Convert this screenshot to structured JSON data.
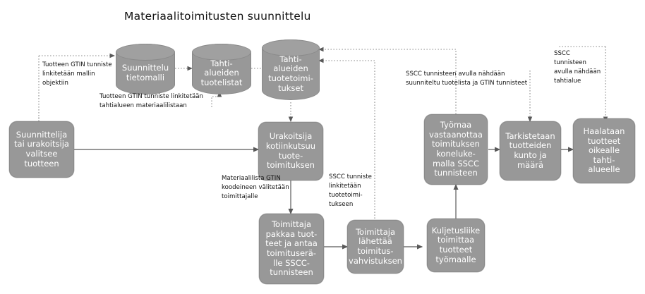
{
  "diagram": {
    "title": "Materiaalitoimitusten suunnittelu",
    "palette": {
      "node_fill": "#989898",
      "node_stroke": "#8a8a8a",
      "node_text": "#ffffff",
      "line": "#595959",
      "dotted_line": "#8c8c8c",
      "background": "#ffffff",
      "annotation_text": "#111111"
    },
    "nodes": [
      {
        "id": "suunnittelu-tietomalli",
        "shape": "cylinder",
        "label": "Suunnittelu\ntietomalli"
      },
      {
        "id": "tahtialueiden-tuotelistat",
        "shape": "cylinder",
        "label": "Tahti-\nalueiden\ntuotelistat"
      },
      {
        "id": "tahtialueiden-tuotetoimitukset",
        "shape": "cylinder",
        "label": "Tahti-\nalueiden\ntuotetoimi-\ntukset"
      },
      {
        "id": "suunnittelija-valitsee-tuotteen",
        "shape": "process",
        "label": "Suunnittelija\ntai urakoitsija\nvalitsee\ntuotteen"
      },
      {
        "id": "urakoitsija-kotiinkutsuu",
        "shape": "process",
        "label": "Urakoitsija\nkotiinkutsuu\ntuote-\ntoimituksen"
      },
      {
        "id": "toimittaja-pakkaa",
        "shape": "process",
        "label": "Toimittaja\npakkaa tuot-\nteet ja antaa\ntoimituserä-\nlle SSCC-\ntunnisteen"
      },
      {
        "id": "toimittaja-lahettaa",
        "shape": "process",
        "label": "Toimittaja\nlähettää\ntoimitus-\nvahvistuksen"
      },
      {
        "id": "kuljetusliike-toimittaa",
        "shape": "process",
        "label": "Kuljetusliike\ntoimittaa\ntuotteet\ntyömaalle"
      },
      {
        "id": "tyomaa-vastaanottaa",
        "shape": "process",
        "label": "Työmaa\nvastaanottaa\ntoimituksen\nkoneluke-\nmalla SSCC\ntunnisteen"
      },
      {
        "id": "tarkistetaan-tuotteet",
        "shape": "process",
        "label": "Tarkistetaan\ntuotteiden\nkunto ja\nmäärä"
      },
      {
        "id": "haalataan-tuotteet",
        "shape": "process",
        "label": "Haalataan\ntuotteet\noikealle\ntahti-\nalueelle"
      }
    ],
    "annotations": [
      {
        "id": "note-gtin-malli",
        "text": "Tuotteen  GTIN tunniste\nlinkitetään mallin\nobjektiin"
      },
      {
        "id": "note-gtin-materiaalilista",
        "text": "Tuotteen  GTIN tunniste linkitetään\ntahtialueen materiaalilistaan"
      },
      {
        "id": "note-sscc-tuotelista",
        "text": "SSCC tunnisteen avulla nähdään\nsuunniteltu tuotelista ja GTIN tunnisteet"
      },
      {
        "id": "note-sscc-tahtialue",
        "text": "SSCC\ntunnisteen\navulla nähdään\ntahtialue"
      },
      {
        "id": "note-materiaalilista-gtin",
        "text": "Materiaalilista GTIN\nkoodeineen välitetään\ntoimittajalle"
      },
      {
        "id": "note-sscc-tuotetoimitus",
        "text": "SSCC tunniste\nlinkitetään\ntuotetoimi-\ntukseen"
      }
    ],
    "edges": [
      {
        "from": "note-gtin-malli",
        "to": "suunnittelu-tietomalli",
        "style": "dotted"
      },
      {
        "from": "suunnittelu-tietomalli",
        "to": "tahtialueiden-tuotelistat",
        "style": "dotted"
      },
      {
        "from": "tahtialueiden-tuotelistat",
        "to": "tahtialueiden-tuotetoimitukset",
        "style": "dotted"
      },
      {
        "from": "note-gtin-materiaalilista",
        "to": "tahtialueiden-tuotelistat",
        "style": "dotted"
      },
      {
        "from": "suunnittelija-valitsee-tuotteen",
        "to": "urakoitsija-kotiinkutsuu",
        "style": "solid"
      },
      {
        "from": "tahtialueiden-tuotetoimitukset",
        "to": "urakoitsija-kotiinkutsuu",
        "style": "dotted"
      },
      {
        "from": "urakoitsija-kotiinkutsuu",
        "to": "toimittaja-pakkaa",
        "style": "solid"
      },
      {
        "from": "toimittaja-pakkaa",
        "to": "toimittaja-lahettaa",
        "style": "solid"
      },
      {
        "from": "toimittaja-lahettaa",
        "to": "kuljetusliike-toimittaa",
        "style": "solid"
      },
      {
        "from": "kuljetusliike-toimittaa",
        "to": "tyomaa-vastaanottaa",
        "style": "solid"
      },
      {
        "from": "tyomaa-vastaanottaa",
        "to": "tarkistetaan-tuotteet",
        "style": "solid"
      },
      {
        "from": "tarkistetaan-tuotteet",
        "to": "haalataan-tuotteet",
        "style": "solid"
      },
      {
        "from": "toimittaja-lahettaa",
        "to": "tahtialueiden-tuotetoimitukset",
        "style": "dotted"
      },
      {
        "from": "tyomaa-vastaanottaa",
        "to": "tahtialueiden-tuotetoimitukset",
        "style": "dotted"
      },
      {
        "from": "note-sscc-tuotelista",
        "to": "tarkistetaan-tuotteet",
        "style": "dotted"
      },
      {
        "from": "note-sscc-tahtialue",
        "to": "haalataan-tuotteet",
        "style": "dotted"
      }
    ]
  }
}
